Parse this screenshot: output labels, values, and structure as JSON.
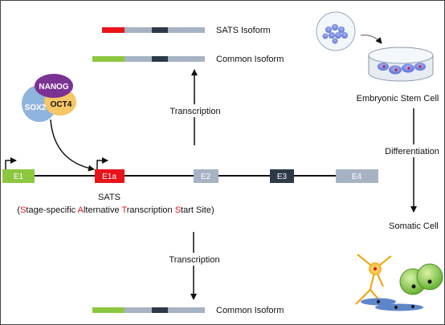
{
  "isoforms": {
    "sats_label": "SATS Isoform",
    "common_top_label": "Common Isoform",
    "common_bottom_label": "Common Isoform"
  },
  "transcription": {
    "up_label": "Transcription",
    "down_label": "Transcription"
  },
  "factors": {
    "nanog": "NANOG",
    "oct4": "OCT4",
    "sox2": "SOX2"
  },
  "exons": {
    "e1": "E1",
    "e1a": "E1a",
    "e2": "E2",
    "e3": "E3",
    "e4": "E4"
  },
  "sats": {
    "title": "SATS",
    "paren_open": "(",
    "s1": "S",
    "w1": "tage-specific ",
    "a": "A",
    "w2": "lternative ",
    "t": "T",
    "w3": "ranscription ",
    "s2": "S",
    "w4": "tart Site",
    "paren_close": ")"
  },
  "cells": {
    "embryonic": "Embryonic Stem Cell",
    "differentiation": "Differentiation",
    "somatic": "Somatic Cell"
  },
  "colors": {
    "green_exon": "#8dc63f",
    "red_exon": "#e8141b",
    "light_exon": "#a6b3c4",
    "dark_exon": "#2e3947",
    "nanog": "#7b3393",
    "oct4": "#f6c667",
    "sox2": "#8fb4dd"
  }
}
